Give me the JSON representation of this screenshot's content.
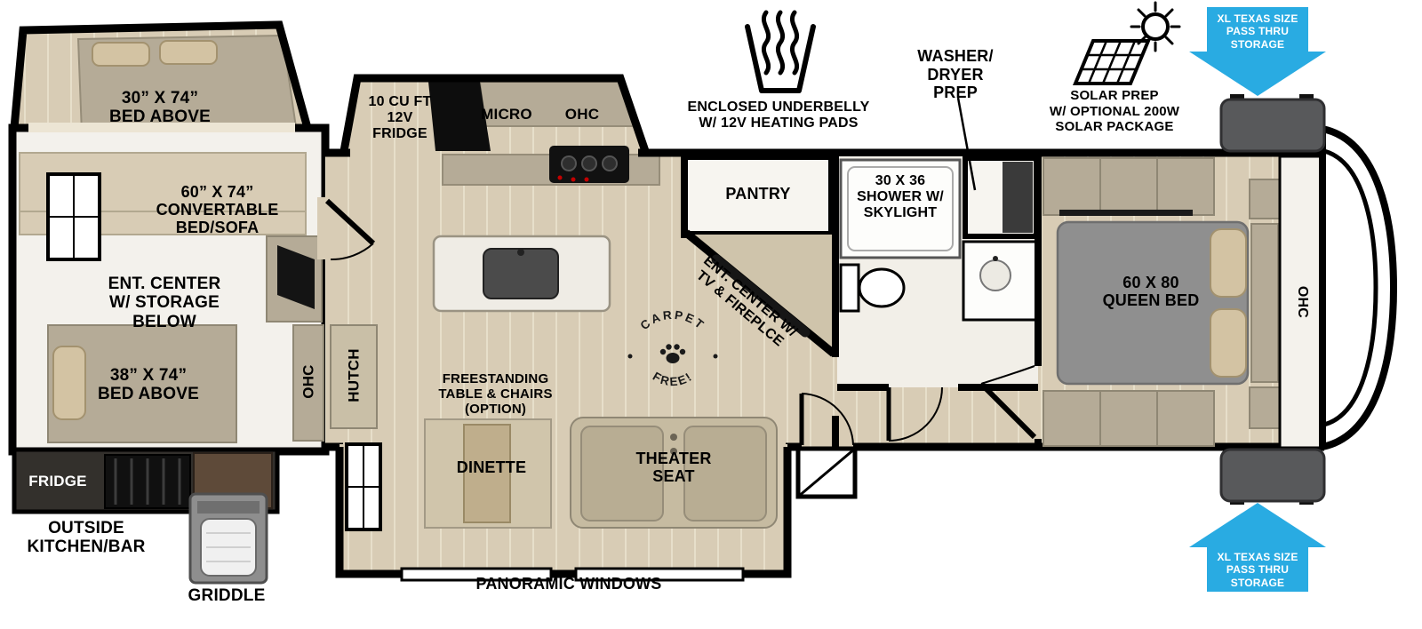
{
  "colors": {
    "blue": "#29ABE2",
    "floor_tan": "#d8ccb5",
    "furniture_taupe": "#b5ab97",
    "wall_black": "#000000",
    "storage_gray": "#58595b"
  },
  "callouts": {
    "underbelly": [
      "ENCLOSED UNDERBELLY",
      "W/ 12V HEATING PADS"
    ],
    "washer_dryer": [
      "WASHER/",
      "DRYER",
      "PREP"
    ],
    "solar": [
      "SOLAR PREP",
      "W/ OPTIONAL 200W",
      "SOLAR PACKAGE"
    ],
    "pass_thru_top": [
      "XL TEXAS SIZE",
      "PASS THRU",
      "STORAGE"
    ],
    "pass_thru_bottom": [
      "XL TEXAS SIZE",
      "PASS THRU",
      "STORAGE"
    ]
  },
  "bunk_room": {
    "bed_above_top": [
      "30” X 74”",
      "BED ABOVE"
    ],
    "convertible_bed": [
      "60” X 74”",
      "CONVERTABLE",
      "BED/SOFA"
    ],
    "ent_center": [
      "ENT. CENTER",
      "W/ STORAGE",
      "BELOW"
    ],
    "bed_above_bottom": [
      "38” X 74”",
      "BED ABOVE"
    ],
    "ohc": "OHC"
  },
  "exterior": {
    "fridge": "FRIDGE",
    "outside_kitchen": [
      "OUTSIDE",
      "KITCHEN/BAR"
    ],
    "griddle": "GRIDDLE",
    "panoramic_windows": "PANORAMIC WINDOWS"
  },
  "kitchen": {
    "fridge_12v": [
      "10 CU FT",
      "12V",
      "FRIDGE"
    ],
    "micro": "MICRO",
    "ohc": "OHC",
    "pantry": "PANTRY"
  },
  "living": {
    "hutch": "HUTCH",
    "ent_center": [
      "ENT. CENTER W/",
      "TV & FIREPLCE"
    ],
    "freestanding": [
      "FREESTANDING",
      "TABLE & CHAIRS",
      "(OPTION)"
    ],
    "carpet_badge": {
      "top": "CARPET",
      "bottom": "FREE!"
    },
    "dinette": "DINETTE",
    "theater_seat": [
      "THEATER",
      "SEAT"
    ]
  },
  "bathroom": {
    "shower": [
      "30 X 36",
      "SHOWER W/",
      "SKYLIGHT"
    ]
  },
  "bedroom": {
    "queen_bed": [
      "60 X 80",
      "QUEEN BED"
    ],
    "ohc": "OHC"
  }
}
